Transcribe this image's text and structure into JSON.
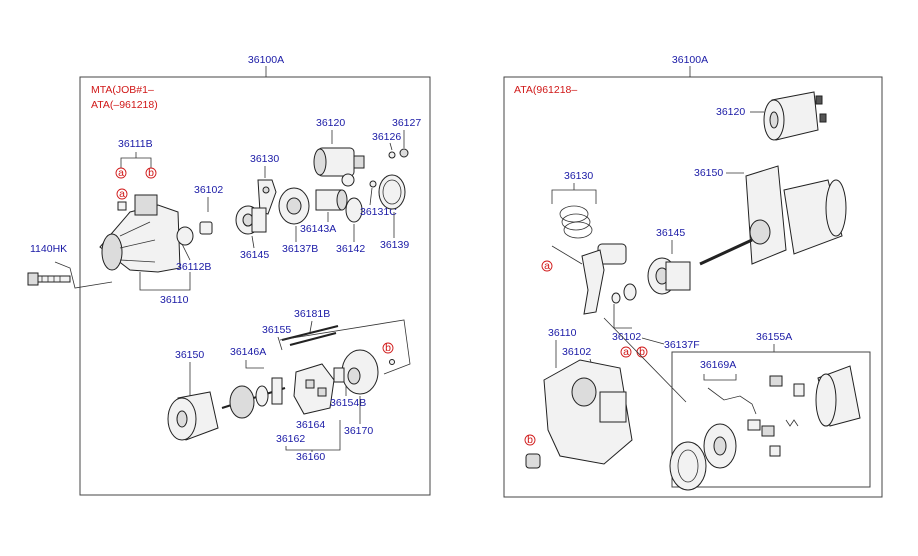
{
  "left": {
    "assembly": "36100A",
    "variant_1": "MTA(JOB#1–",
    "variant_2": "ATA(–961218)",
    "callout_a": "a",
    "callout_b": "b",
    "parts": {
      "p36111B": "36111B",
      "p36102": "36102",
      "p36112B": "36112B",
      "p36110": "36110",
      "p1140HK": "1140HK",
      "p36130": "36130",
      "p36145": "36145",
      "p36137B": "36137B",
      "p36120": "36120",
      "p36126": "36126",
      "p36127": "36127",
      "p36143A": "36143A",
      "p36142": "36142",
      "p36131C": "36131C",
      "p36139": "36139",
      "p36181B": "36181B",
      "p36155": "36155",
      "p36150": "36150",
      "p36146A": "36146A",
      "p36164": "36164",
      "p36162": "36162",
      "p36160": "36160",
      "p36154B": "36154B",
      "p36170": "36170"
    }
  },
  "right": {
    "assembly": "36100A",
    "variant": "ATA(961218–",
    "callout_a": "a",
    "callout_b": "b",
    "parts": {
      "p36120": "36120",
      "p36150": "36150",
      "p36130": "36130",
      "p36145": "36145",
      "p36110": "36110",
      "p36102a": "36102",
      "p36102b": "36102",
      "p36137F": "36137F",
      "p36155A": "36155A",
      "p36169A": "36169A"
    }
  },
  "colors": {
    "part_label": "#1a1aa6",
    "variant_label": "#d01818",
    "line": "#333333"
  }
}
